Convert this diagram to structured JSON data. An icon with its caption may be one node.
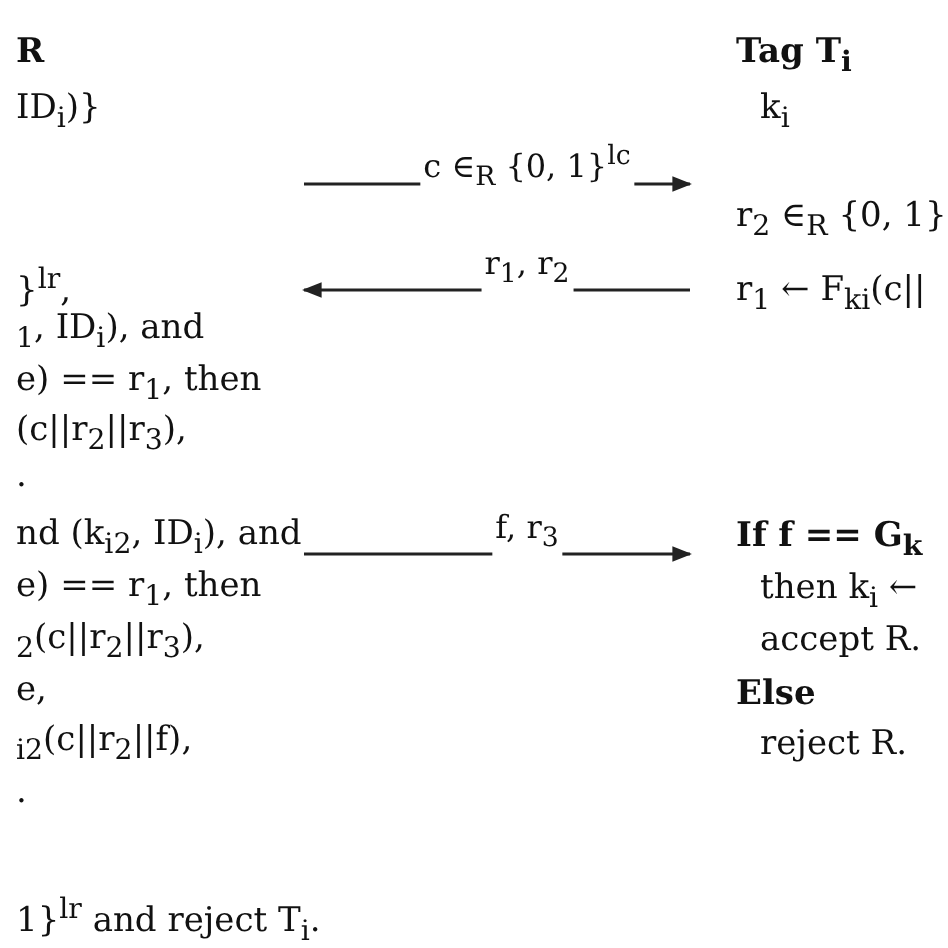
{
  "diagram": {
    "nodes": [
      {
        "text": [
          "R",
          "ID$_{i}$)}",
          "}$^{lr}$,",
          "$_{1}$, ID$_{i}$), and",
          "e) == r$_{1}$, then",
          "(c||r$_{2}$||r$_{3}$),",
          ".",
          "nd (k$_{i2}$, ID$_{i}$), and",
          "e) == r$_{1}$, then",
          "$_{2}$(c||r$_{2}$||r$_{3}$),",
          "e,",
          "$_{i2}$(c||r$_{2}$||f),",
          ".",
          "1}$^{lr}$ and reject T$_{i}$."
        ]
      },
      {
        "text": [
          "Tag T$_{i}$",
          "k$_{i}$",
          "r$_{2}$ ∈$_{R}$ {0, 1}",
          "r$_{1}$ ← F$_{ki}$(c||",
          "If f == G$_{k}$",
          "then k$_{i}$ ←",
          "accept R.",
          "Else",
          "reject R."
        ]
      }
    ],
    "edges": [
      {
        "from": 0,
        "to": 1,
        "arrow": "to",
        "label": "c ∈$_{R}$ {0, 1}$^{lc}$"
      },
      {
        "from": 1,
        "to": 0,
        "arrow": "to",
        "label": "r$_{1}$, r$_{2}$"
      },
      {
        "from": 0,
        "to": 1,
        "arrow": "to",
        "label": "f, r$_{3}$"
      }
    ]
  }
}
